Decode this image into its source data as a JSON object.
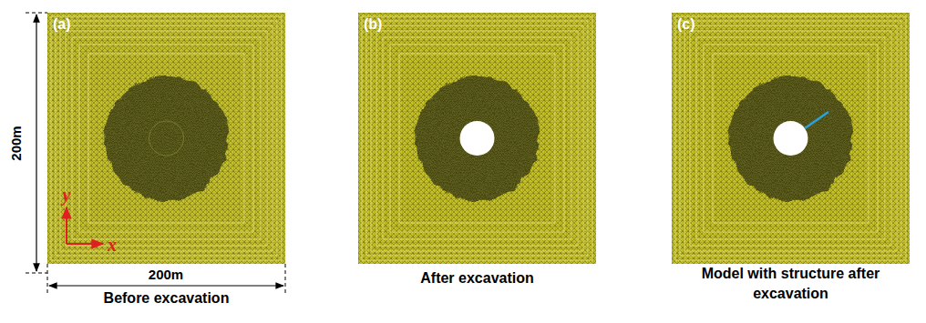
{
  "diagram": {
    "nodes": [
      {
        "text": [
          "(a)",
          "Before excavation"
        ]
      },
      {
        "text": [
          "(b)",
          "After excavation"
        ]
      },
      {
        "text": [
          "(c)",
          "Model with structure after excavation"
        ]
      }
    ],
    "labels": [
      "200m",
      "200m",
      "y",
      "x"
    ]
  }
}
